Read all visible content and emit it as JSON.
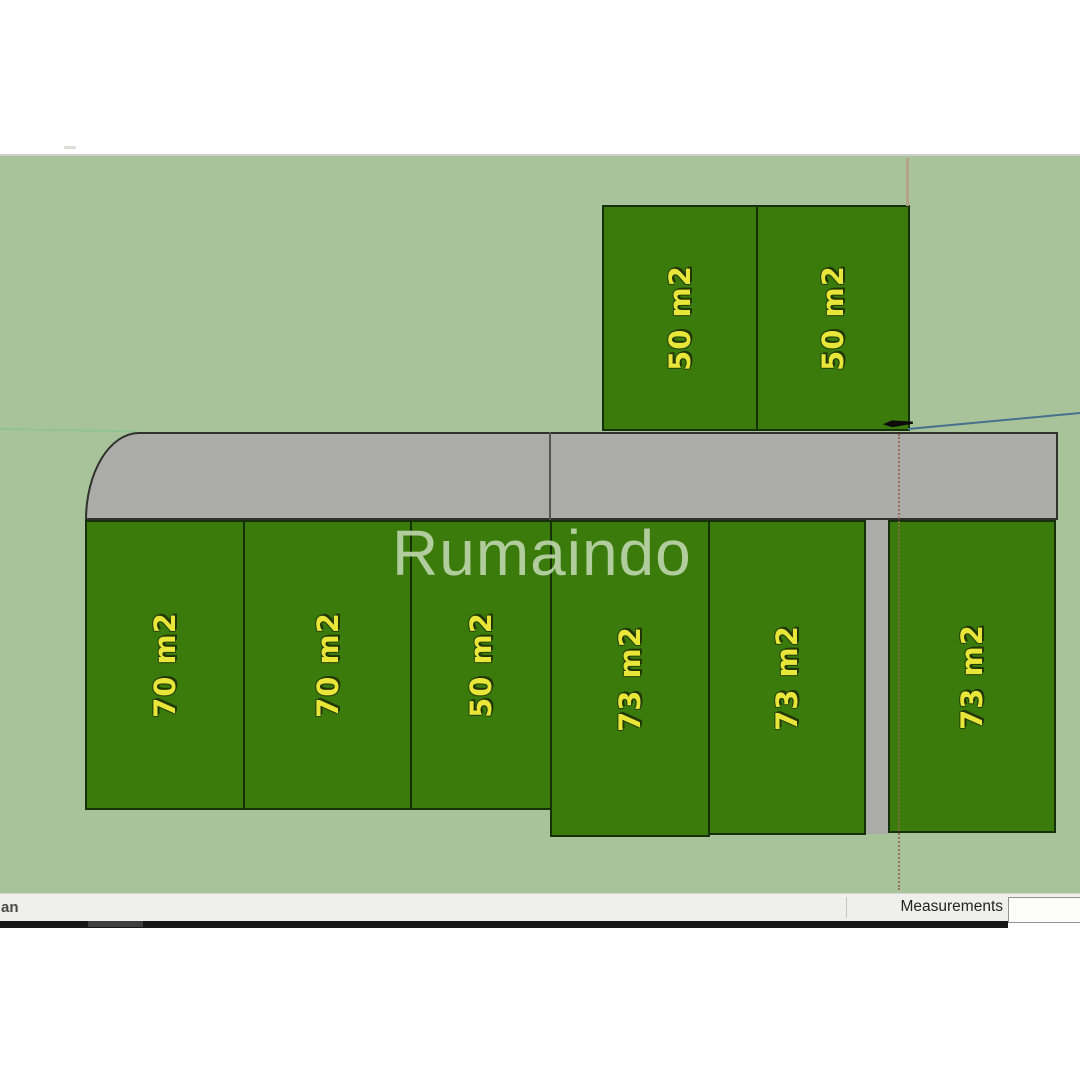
{
  "window": {
    "watermark": "Rumaindo",
    "statusbar": {
      "left_text_truncated": "an",
      "measurements_label": "Measurements",
      "measurements_value": ""
    }
  },
  "site_plan": {
    "top_row_plots": [
      {
        "id": "top-1",
        "area_label": "50 m2"
      },
      {
        "id": "top-2",
        "area_label": "50 m2"
      }
    ],
    "bottom_row_plots": [
      {
        "id": "bottom-1",
        "area_label": "70 m2"
      },
      {
        "id": "bottom-2",
        "area_label": "70 m2"
      },
      {
        "id": "bottom-3",
        "area_label": "50 m2"
      },
      {
        "id": "bottom-4",
        "area_label": "73 m2"
      },
      {
        "id": "bottom-5",
        "area_label": "73 m2"
      },
      {
        "id": "bottom-6",
        "area_label": "73 m2"
      }
    ]
  },
  "colors": {
    "canvas_green": "#a8c29a",
    "plot_green": "#3a7b0c",
    "plot_border": "#16300a",
    "road_gray": "#ababa9",
    "label_yellow": "#e9e63a",
    "watermark_green": "#bdd5aa",
    "axis_blue": "#46718c",
    "axis_green": "#86c286",
    "guide_tan": "#b2a28a",
    "guide_dot": "#96664d",
    "statusbar_bg": "#efefed"
  }
}
